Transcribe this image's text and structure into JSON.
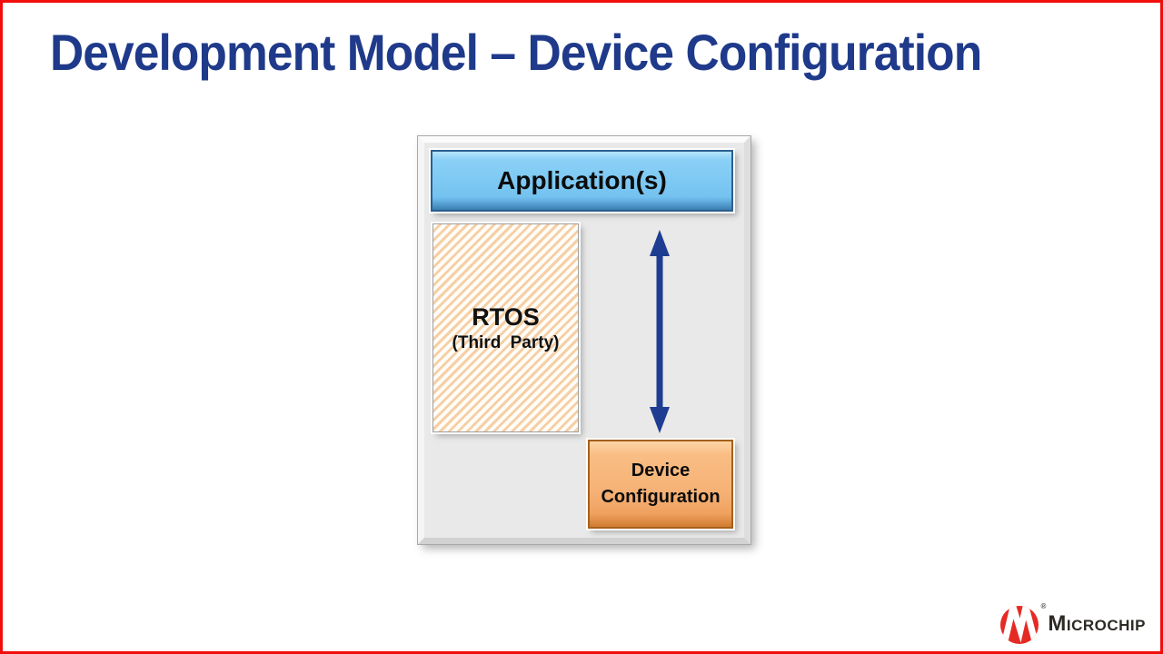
{
  "slide": {
    "title": "Development Model – Device Configuration"
  },
  "diagram": {
    "application": {
      "label": "Application(s)"
    },
    "rtos": {
      "label": "RTOS",
      "sublabel": "(Third Party)"
    },
    "device_configuration": {
      "label": "Device Configuration"
    },
    "arrow": {
      "type": "vertical-double-headed",
      "connects": [
        "Application(s)",
        "Device Configuration"
      ]
    }
  },
  "footer": {
    "brand": "Microchip",
    "registered_mark": "®"
  },
  "colors": {
    "accent_red": "#f20d0d",
    "title_blue": "#1f3a8a",
    "application_blue": "#7cc8f3",
    "application_border": "#2c5f8e",
    "rtos_stripe": "#f6cfa4",
    "device_orange": "#f6b276",
    "device_border": "#a5601c",
    "arrow_navy": "#1e3d92",
    "container_gray": "#e9e9e9",
    "logo_red": "#e52a24",
    "wordmark_gray": "#2d2a26"
  }
}
